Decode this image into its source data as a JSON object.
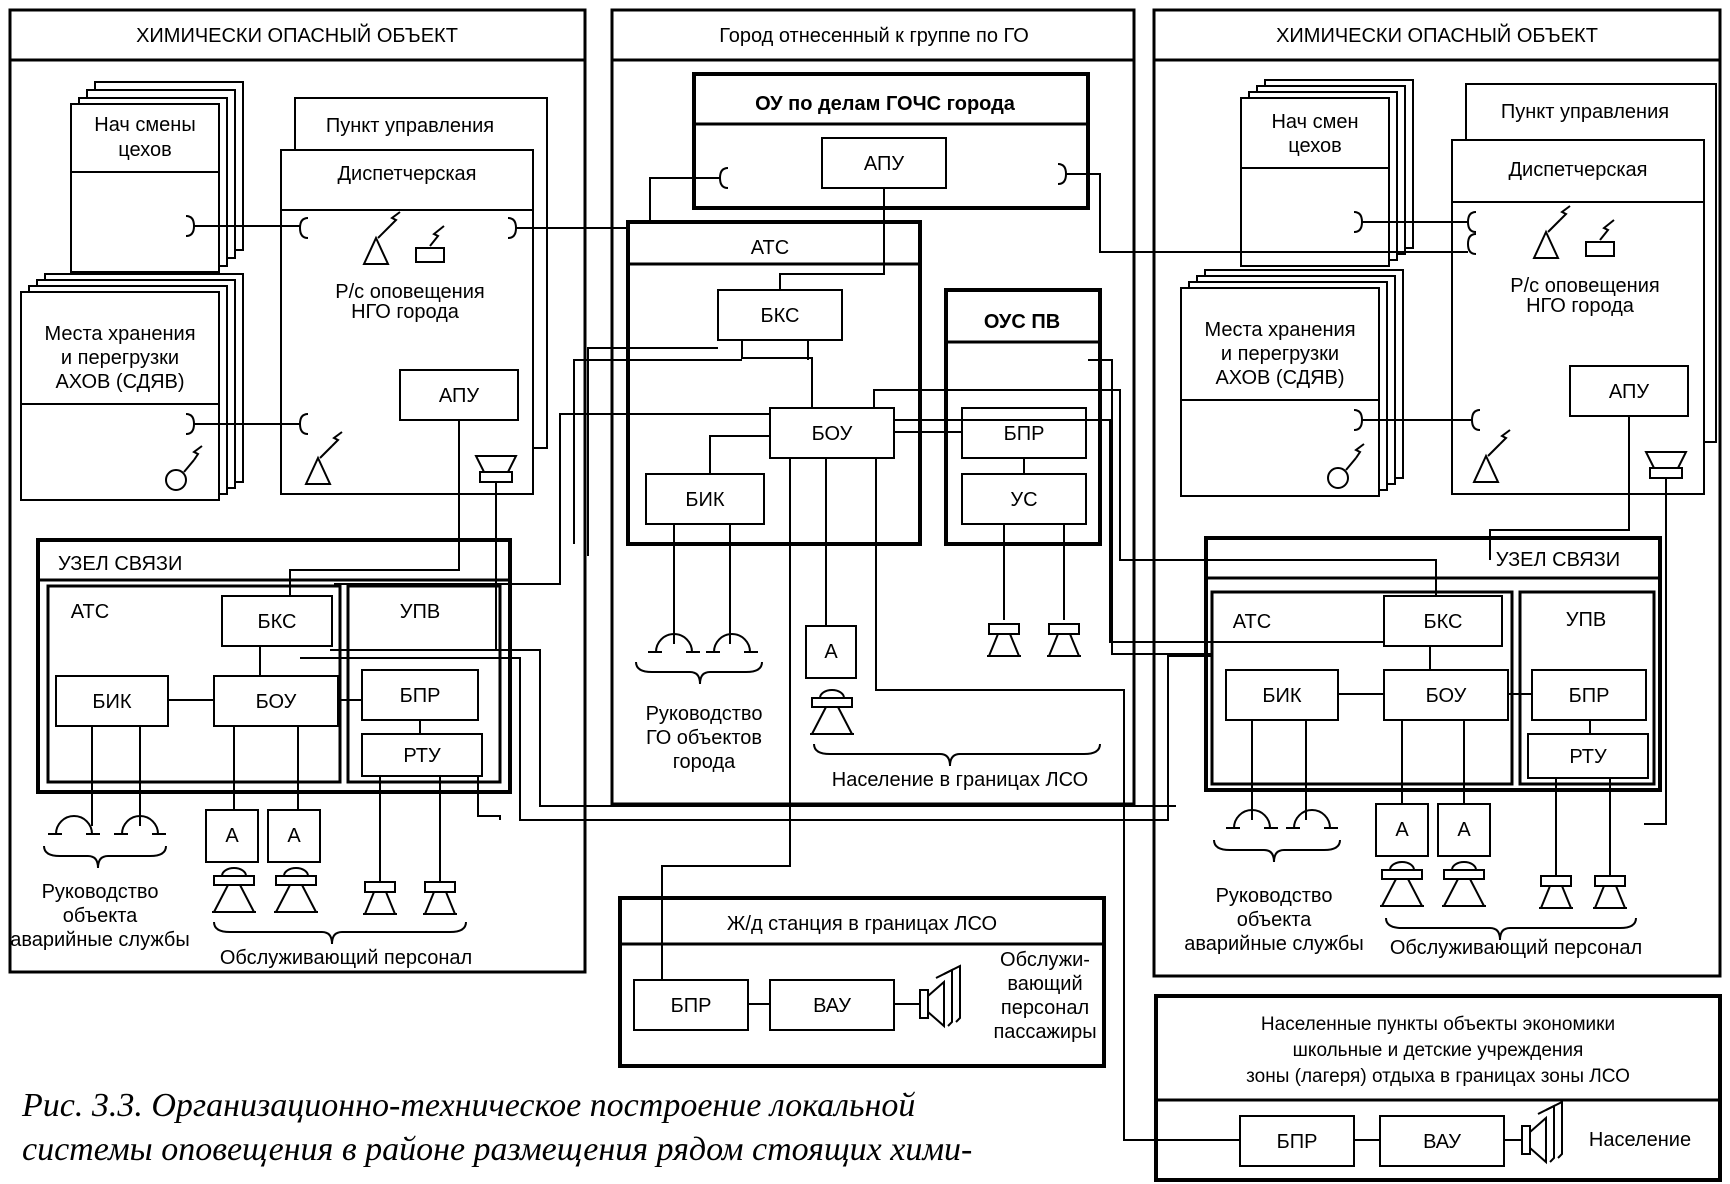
{
  "left": {
    "title": "ХИМИЧЕСКИ ОПАСНЫЙ ОБЪЕКТ",
    "shift": [
      "Нач смены",
      "цехов"
    ],
    "storage": [
      "Места хранения",
      "и перегрузки",
      "АХОВ (СДЯВ)"
    ],
    "control_point": "Пункт управления",
    "dispatch": "Диспетчерская",
    "radio": [
      "Р/с оповещения",
      "НГО города"
    ],
    "apu": "АПУ",
    "node_title": "УЗЕЛ СВЯЗИ",
    "ats": "АТС",
    "bks": "БКС",
    "upv": "УПВ",
    "bik": "БИК",
    "bou": "БОУ",
    "bpr": "БПР",
    "rtu": "РТУ",
    "a1": "А",
    "a2": "А",
    "leaders": [
      "Руководство",
      "объекта",
      "аварийные службы"
    ],
    "staff": "Обслуживающий персонал"
  },
  "center": {
    "title": "Город  отнесенный к группе по ГО",
    "ou": "ОУ по делам ГОЧС города",
    "apu": "АПУ",
    "ats": "АТС",
    "bks": "БКС",
    "bou": "БОУ",
    "bik": "БИК",
    "ous": "ОУС ПВ",
    "bpr": "БПР",
    "us": "УС",
    "a": "А",
    "leaders": [
      "Руководство",
      "ГО объектов",
      "города"
    ],
    "population": "Население в границах ЛСО"
  },
  "rail": {
    "title": "Ж/д станция в границах ЛСО",
    "bpr": "БПР",
    "vau": "ВАУ",
    "people": [
      "Обслужи-",
      "вающий",
      "персонал",
      "пассажиры"
    ]
  },
  "right": {
    "title": "ХИМИЧЕСКИ ОПАСНЫЙ ОБЪЕКТ",
    "shift": [
      "Нач   смен",
      "цехов"
    ],
    "storage": [
      "Места хранения",
      "и перегрузки",
      "АХОВ (СДЯВ)"
    ],
    "control_point": "Пункт управления",
    "dispatch": "Диспетчерская",
    "radio": [
      "Р/с оповещения",
      "НГО города"
    ],
    "apu": "АПУ",
    "node_title": "УЗЕЛ СВЯЗИ",
    "ats": "АТС",
    "bks": "БКС",
    "upv": "УПВ",
    "bik": "БИК",
    "bou": "БОУ",
    "bpr": "БПР",
    "rtu": "РТУ",
    "a1": "А",
    "a2": "А",
    "leaders": [
      "Руководство",
      "объекта",
      "аварийные службы"
    ],
    "staff": "Обслуживающий персонал"
  },
  "settlements": {
    "title": [
      "Населенные пункты  объекты экономики",
      "школьные и детские учреждения",
      "зоны (лагеря) отдыха в границах зоны ЛСО"
    ],
    "bpr": "БПР",
    "vau": "ВАУ",
    "people": "Население"
  },
  "caption": [
    "Рис. 3.3. Организационно-техническое построение локальной",
    "системы оповещения в районе размещения рядом стоящих хими-"
  ]
}
